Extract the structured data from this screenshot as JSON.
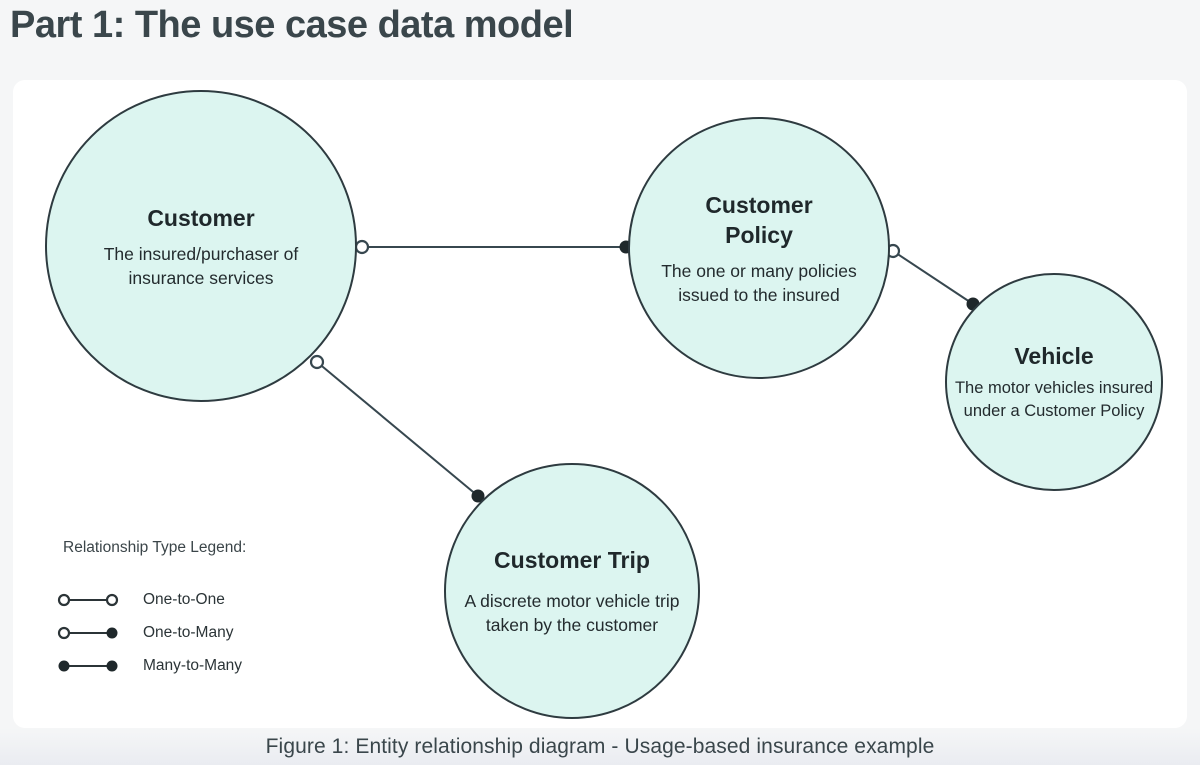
{
  "page": {
    "title": "Part 1: The use case data model",
    "caption": "Figure 1: Entity relationship diagram - Usage-based insurance example"
  },
  "colors": {
    "background": "#f5f6f7",
    "panel": "#ffffff",
    "circle_fill": "#dcf5f0",
    "circle_stroke": "#2e3b40",
    "connector_line": "#37474f",
    "text": "#1f282b",
    "heading": "#3a464b"
  },
  "entities": [
    {
      "id": "customer",
      "name": "Customer",
      "description": "The insured/purchaser of insurance services"
    },
    {
      "id": "customer-policy",
      "name": "Customer Policy",
      "description": "The one or many policies issued to the insured"
    },
    {
      "id": "vehicle",
      "name": "Vehicle",
      "description": "The motor vehicles insured under a Customer Policy"
    },
    {
      "id": "customer-trip",
      "name": "Customer Trip",
      "description": "A discrete motor vehicle trip taken by the customer"
    }
  ],
  "relationships": [
    {
      "from": "customer",
      "to": "customer-policy",
      "type": "one-to-many"
    },
    {
      "from": "customer-policy",
      "to": "vehicle",
      "type": "one-to-many"
    },
    {
      "from": "customer",
      "to": "customer-trip",
      "type": "one-to-many"
    }
  ],
  "legend": {
    "title": "Relationship Type Legend:",
    "items": [
      {
        "label": "One-to-One",
        "start": "open",
        "end": "open"
      },
      {
        "label": "One-to-Many",
        "start": "open",
        "end": "filled"
      },
      {
        "label": "Many-to-Many",
        "start": "filled",
        "end": "filled"
      }
    ]
  }
}
